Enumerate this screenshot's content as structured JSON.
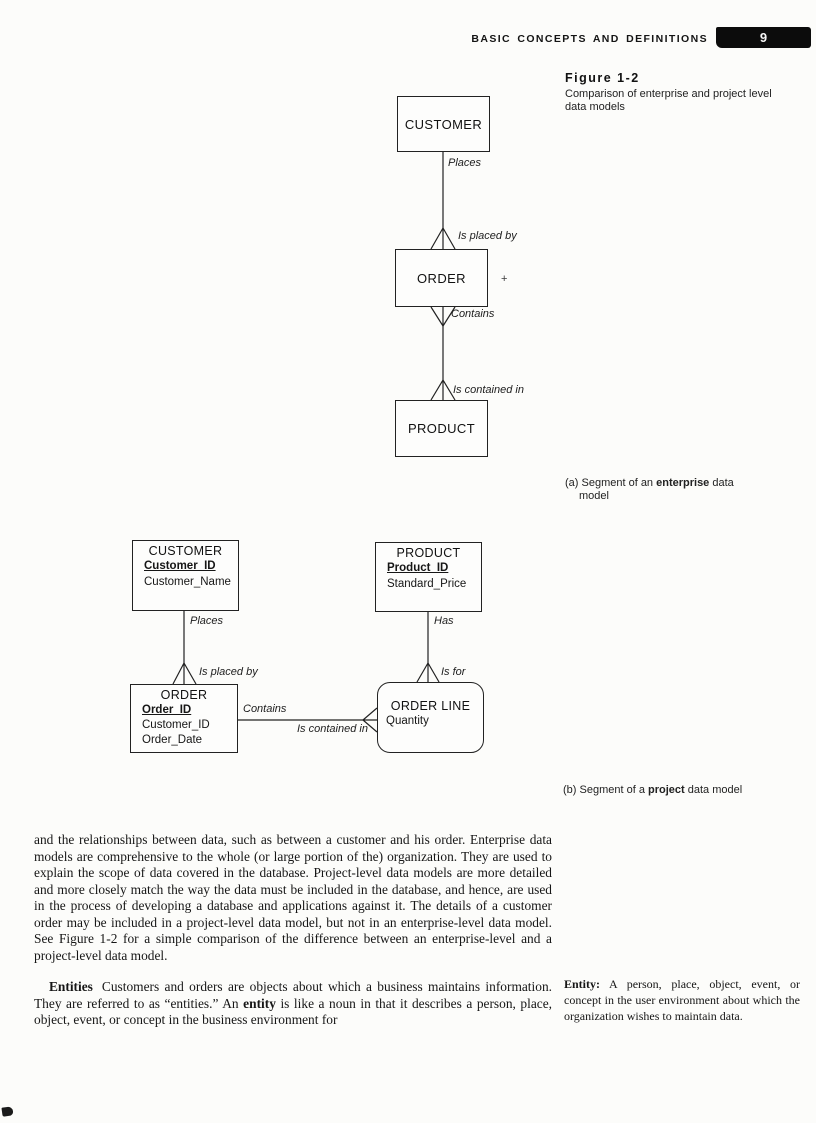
{
  "page": {
    "running_header": "BASIC CONCEPTS AND DEFINITIONS",
    "page_number": "9"
  },
  "figure": {
    "label": "Figure 1-2",
    "caption": "Comparison of enterprise and project level data models",
    "caption_a": {
      "prefix": "(a) Segment of an ",
      "bold": "enterprise",
      "suffix": " data model"
    },
    "caption_b": {
      "prefix": "(b) Segment of a ",
      "bold": "project",
      "suffix": " data model"
    }
  },
  "diagram_a": {
    "customer": "CUSTOMER",
    "order": "ORDER",
    "product": "PRODUCT",
    "labels": {
      "places": "Places",
      "is_placed_by": "Is placed by",
      "contains": "Contains",
      "is_contained_in": "Is contained in"
    }
  },
  "diagram_b": {
    "customer": {
      "title": "CUSTOMER",
      "key": "Customer_ID",
      "attr": "Customer_Name"
    },
    "order": {
      "title": "ORDER",
      "key": "Order_ID",
      "attr1": "Customer_ID",
      "attr2": "Order_Date"
    },
    "product": {
      "title": "PRODUCT",
      "key": "Product_ID",
      "attr": "Standard_Price"
    },
    "order_line": {
      "title": "ORDER LINE",
      "attr": "Quantity"
    },
    "labels": {
      "places": "Places",
      "is_placed_by": "Is placed by",
      "has": "Has",
      "is_for": "Is for",
      "contains": "Contains",
      "is_contained_in": "Is contained in"
    }
  },
  "body": {
    "para1": "and the relationships between data, such as between a customer and his order. Enterprise data models are comprehensive to the whole (or large portion of the) organization. They are used to explain the scope of data covered in the database. Project-level data models are more detailed and more closely match the way the data must be included in the database, and hence, are used in the process of developing a database and applications against it. The details of a customer order may be included in a project-level data model, but not in an enterprise-level data model. See Figure 1-2 for a simple comparison of the difference between an enterprise-level and a project-level data model.",
    "para2": {
      "lead": "Entities",
      "part1": "Customers and orders are objects about which a business maintains information. They are referred to as “entities.” An ",
      "bold": "entity",
      "part2": " is like a noun in that it describes a person, place, object, event, or concept in the business environment for"
    }
  },
  "margin_note": {
    "term": "Entity:",
    "definition": " A person, place, object, event, or concept in the user environment about which the organization wishes to maintain data."
  },
  "artifacts": {
    "plus_mark": "+"
  }
}
